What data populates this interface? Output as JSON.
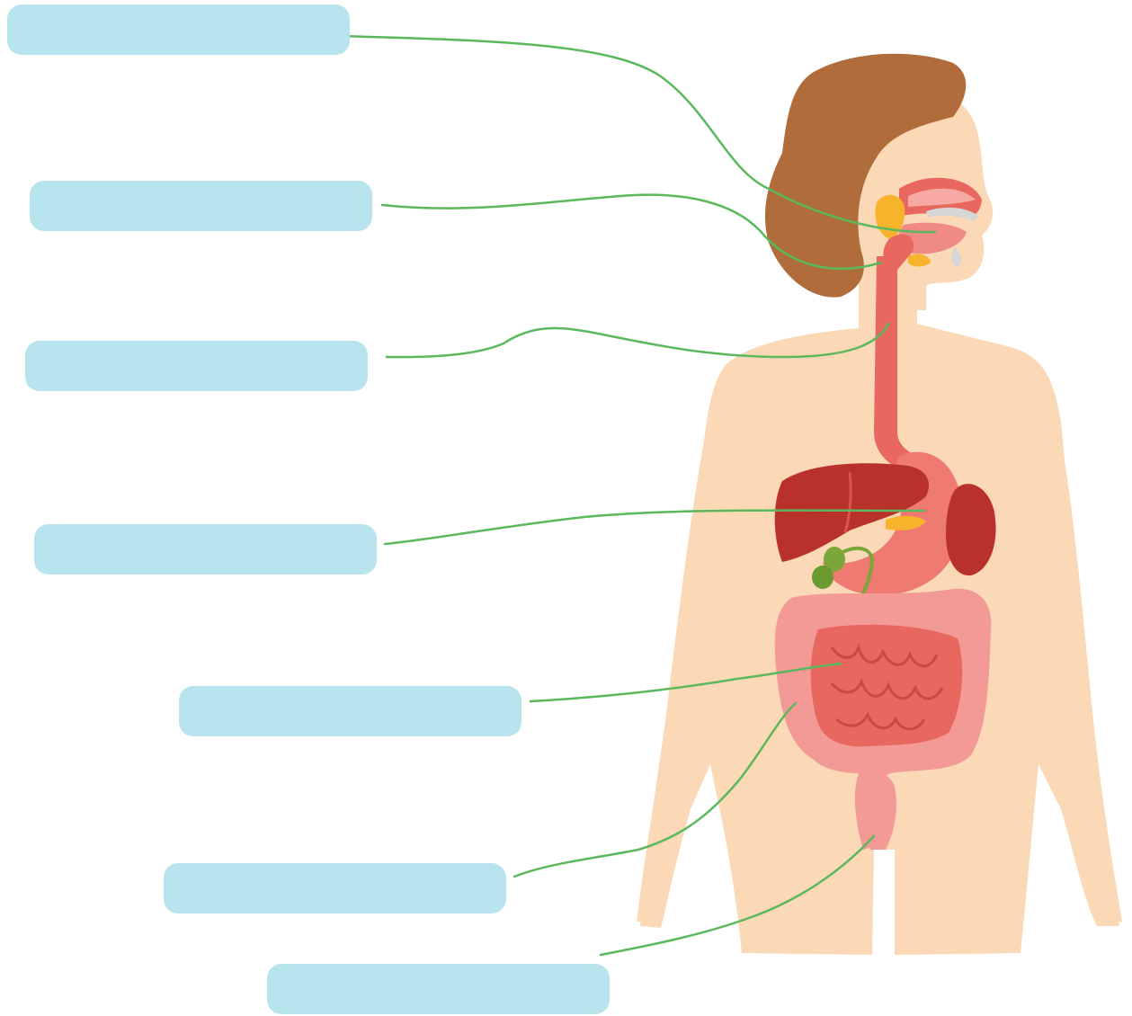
{
  "diagram": {
    "title": "",
    "colors": {
      "label_box": "#b8e4ee",
      "leader_line": "#5cb85c",
      "skin": "#fbd9b6",
      "hair": "#b06c3b",
      "organ_red": "#e8675f",
      "liver": "#b8322b",
      "intestine": "#f39a97",
      "gallbladder": "#7aa63a",
      "salivary_gland": "#f7b32b"
    },
    "labels": [
      {
        "id": "label-1",
        "text": ""
      },
      {
        "id": "label-2",
        "text": ""
      },
      {
        "id": "label-3",
        "text": ""
      },
      {
        "id": "label-4",
        "text": ""
      },
      {
        "id": "label-5",
        "text": ""
      },
      {
        "id": "label-6",
        "text": ""
      },
      {
        "id": "label-7",
        "text": ""
      }
    ]
  }
}
